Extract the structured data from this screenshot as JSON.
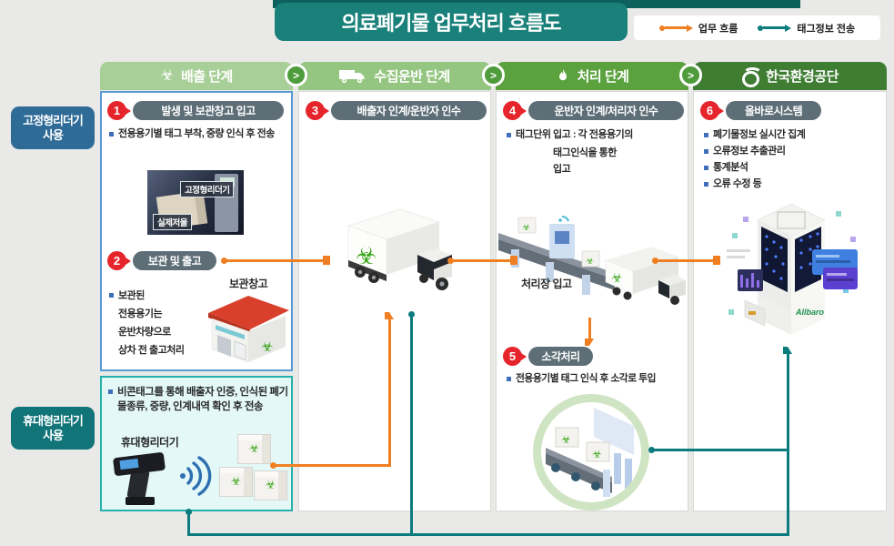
{
  "title": "의료폐기물 업무처리 흐름도",
  "legend": {
    "work_flow_label": "업무 흐름",
    "tag_info_label": "태그정보 전송"
  },
  "side_labels": {
    "fixed": {
      "line1": "고정형리더기",
      "line2": "사용"
    },
    "portable": {
      "line1": "휴대형리더기",
      "line2": "사용"
    }
  },
  "headers": {
    "discharge": "배출 단계",
    "transport": "수집운반 단계",
    "treatment": "처리 단계",
    "keco": "한국환경공단"
  },
  "steps": {
    "s1": {
      "num": "1",
      "title": "발생 및 보관창고 입고",
      "bullet": "전용용기별 태그 부착, 중량 인식 후 전송"
    },
    "s2": {
      "num": "2",
      "title": "보관 및 출고",
      "lines": {
        "l1": "보관된",
        "l2": "전용용기는",
        "l3": "운반차량으로",
        "l4": "상차 전 출고처리"
      },
      "warehouse_label": "보관창고"
    },
    "s3": {
      "num": "3",
      "title": "배출자 인계/운반자 인수"
    },
    "s4": {
      "num": "4",
      "title": "운반자 인계/처리자 인수",
      "lines": {
        "l1": "태그단위 입고 : 각 전용용기의",
        "l2": "태그인식을 통한",
        "l3": "입고"
      },
      "plant_label": "처리장 입고"
    },
    "s5": {
      "num": "5",
      "title": "소각처리",
      "bullet": "전용용기별 태그 인식 후 소각로 투입"
    },
    "s6": {
      "num": "6",
      "title": "올바로시스템",
      "bullets": {
        "b1": "폐기물정보 실시간 집계",
        "b2": "오류정보 추출관리",
        "b3": "통계분석",
        "b4": "오류 수정 등"
      }
    }
  },
  "photo": {
    "reader_label": "고정형리더기",
    "scale_label": "실제저울"
  },
  "portable_section": {
    "bullet": "비콘태그를 통해 배출자 인증, 인식된 폐기물종류, 중량, 인계내역 확인 후 전송",
    "device_label": "휴대형리더기"
  },
  "server": {
    "logo": "Allbaro"
  },
  "icons": {
    "biohazard": "☣",
    "chevron": ">"
  },
  "colors": {
    "accent_orange": "#ef7f22",
    "accent_teal": "#0c7b7e",
    "title_teal": "#19807a",
    "header_greens": [
      "#a7cf97",
      "#95c681",
      "#5ba23f",
      "#3f7d33"
    ],
    "step_red": "#e5242b",
    "pill_slate": "#5d6e77",
    "fixed_label_blue": "#2f6b97",
    "portable_label_teal": "#117479"
  }
}
